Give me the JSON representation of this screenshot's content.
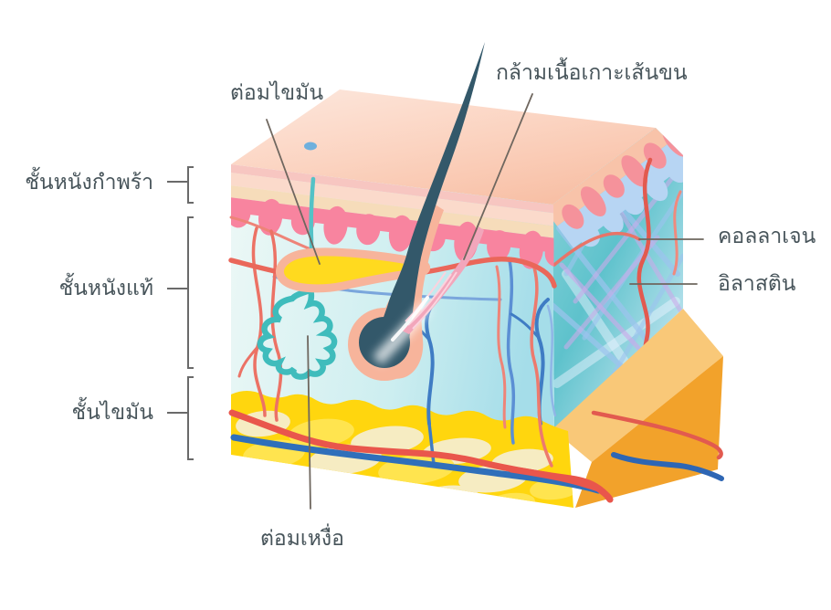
{
  "diagram": {
    "type": "skin-anatomy-cross-section",
    "language": "th",
    "labels": {
      "epidermis": "ชั้นหนังกำพร้า",
      "dermis": "ชั้นหนังแท้",
      "fat_layer": "ชั้นไขมัน",
      "sebaceous_gland": "ต่อมไขมัน",
      "arrector_pili_muscle": "กล้ามเนื้อเกาะเส้นขน",
      "collagen": "คอลลาเจน",
      "elastin": "อิลาสติน",
      "sweat_gland": "ต่อมเหงื่อ"
    },
    "colors": {
      "background": "#ffffff",
      "label_text": "#47545a",
      "leader_line": "#6f675f",
      "skin_surface_peach": "#f9c5ae",
      "epidermis_pink": "#f8849f",
      "dermis_front_blue": "#aadfe9",
      "dermis_side_teal": "#5ec2cc",
      "fat_yellow": "#ffd60e",
      "fat_side_orange": "#f2a22b",
      "hair_dark_teal": "#33586a",
      "follicle_sheath_peach": "#f7b49b",
      "sebaceous_yellow": "#ffda1f",
      "sweat_gland_teal": "#3fbcbc",
      "muscle_pink": "#f2a6bb",
      "artery_red": "#ea675a",
      "vein_blue": "#3f7cc4",
      "collagen_fiber": "#9cc3ee",
      "elastin_fiber": "#c9abe9",
      "pore_blue": "#6fb0dd"
    }
  }
}
